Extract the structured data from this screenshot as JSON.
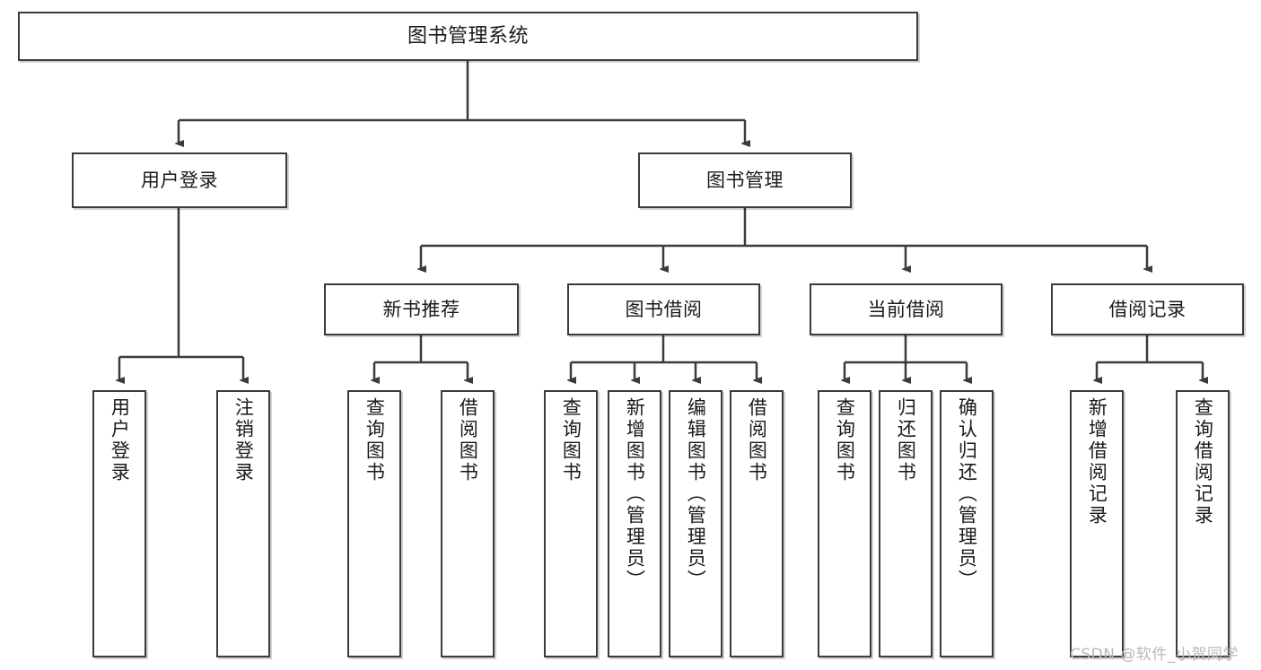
{
  "diagram": {
    "title": "图书管理系统",
    "type": "function-structure-tree",
    "watermark": "CSDN @软件_小贺同学",
    "colors": {
      "box_border": "#3b3b3b",
      "box_fill": "#ffffff",
      "connector": "#3b3b3b",
      "text": "#1a1a1a",
      "watermark": "#b9b9b9"
    },
    "nodes": {
      "root": "图书管理系统",
      "level2": [
        "用户登录",
        "图书管理"
      ],
      "level3": [
        "新书推荐",
        "图书借阅",
        "当前借阅",
        "借阅记录"
      ],
      "leaves_user_login": [
        "用户登录",
        "注销登录"
      ],
      "leaves_new_book": [
        "查询图书",
        "借阅图书"
      ],
      "leaves_borrow": [
        "查询图书",
        "新增图书（管理员）",
        "编辑图书（管理员）",
        "借阅图书"
      ],
      "leaves_current": [
        "查询图书",
        "归还图书",
        "确认归还（管理员）"
      ],
      "leaves_records": [
        "新增借阅记录",
        "查询借阅记录"
      ]
    }
  }
}
